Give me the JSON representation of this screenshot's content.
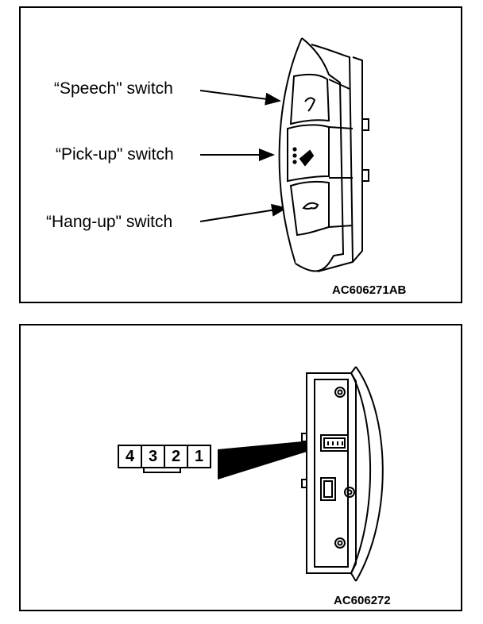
{
  "top_figure": {
    "labels": {
      "speech": "“Speech\" switch",
      "pickup": "“Pick-up\" switch",
      "hangup": "“Hang-up\" switch"
    },
    "code": "AC606271AB"
  },
  "bottom_figure": {
    "connector_pins": [
      "4",
      "3",
      "2",
      "1"
    ],
    "code": "AC606272"
  }
}
